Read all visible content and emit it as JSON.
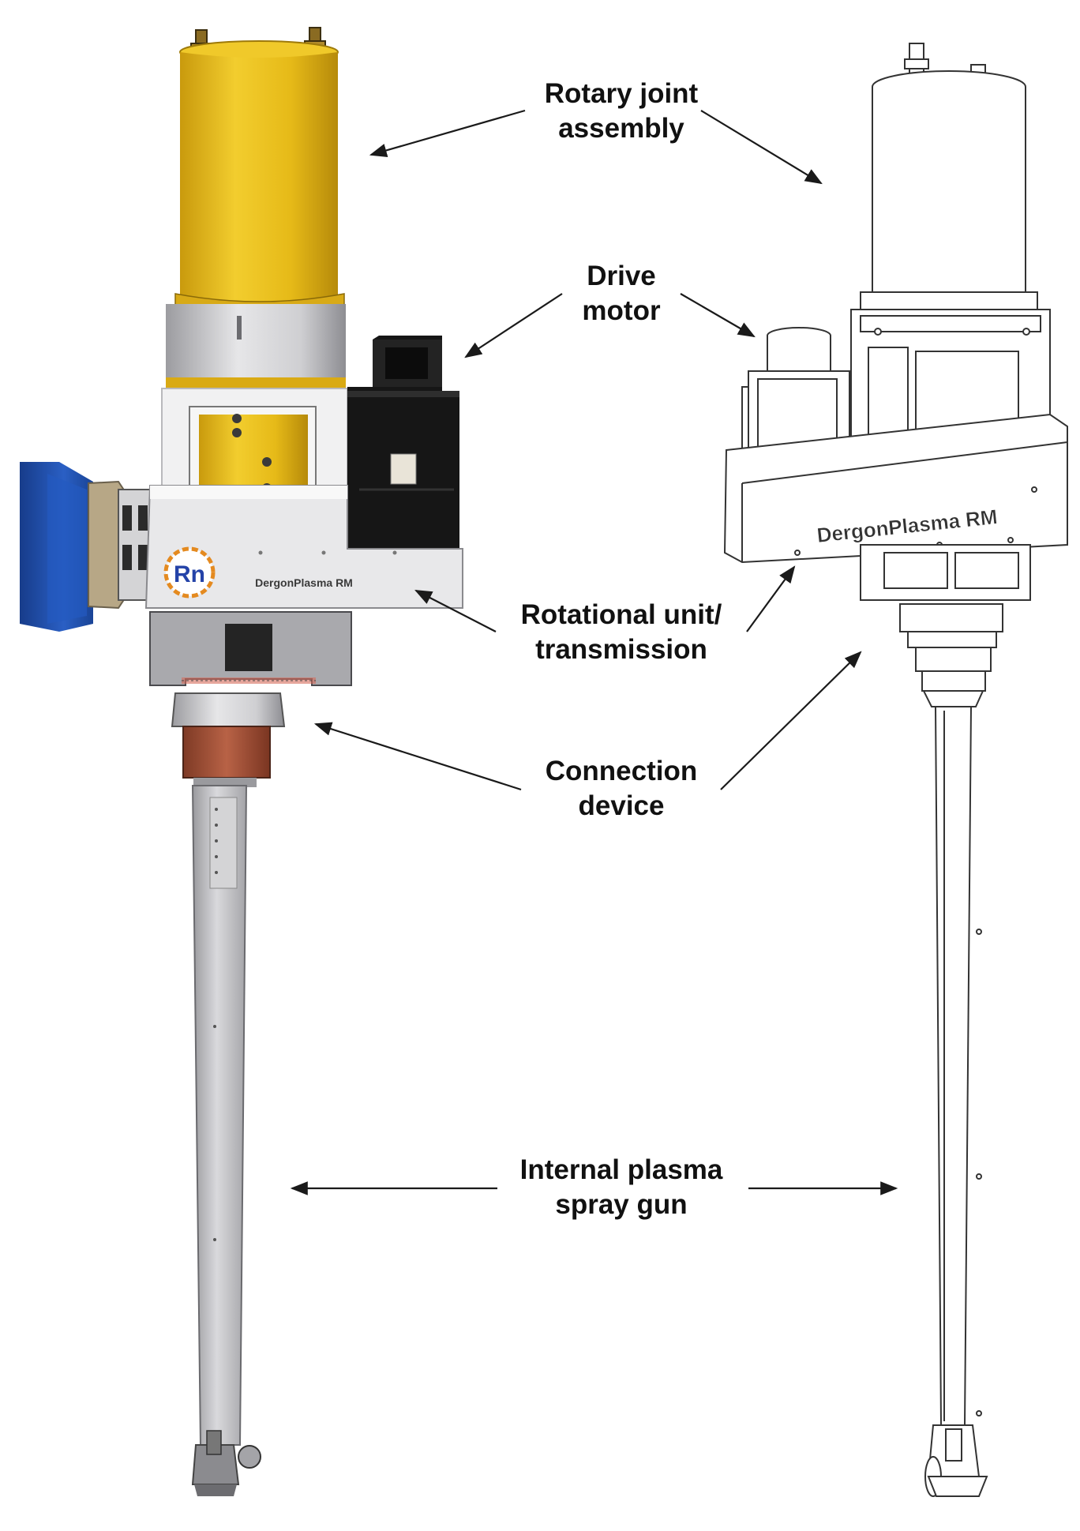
{
  "labels": {
    "rotary_joint": [
      "Rotary joint",
      "assembly"
    ],
    "drive_motor": [
      "Drive",
      "motor"
    ],
    "rotational_unit": [
      "Rotational unit/",
      "transmission"
    ],
    "connection_device": [
      "Connection",
      "device"
    ],
    "plasma_gun": [
      "Internal plasma",
      "spray gun"
    ]
  },
  "branding": {
    "drawing_text": "DergonPlasma RM",
    "photo_text": "DergonPlasma RM",
    "logo_text": "Rn"
  },
  "colors": {
    "rotary_gold": "#e8bf1c",
    "rotary_gold_dark": "#b8900c",
    "motor_black": "#151515",
    "robot_blue": "#1f4fae",
    "aluminum": "#c9c9cc",
    "housing_white": "#efefef",
    "copper": "#a5523a",
    "line_drawing": "#333333",
    "arrow": "#1a1a1a"
  }
}
